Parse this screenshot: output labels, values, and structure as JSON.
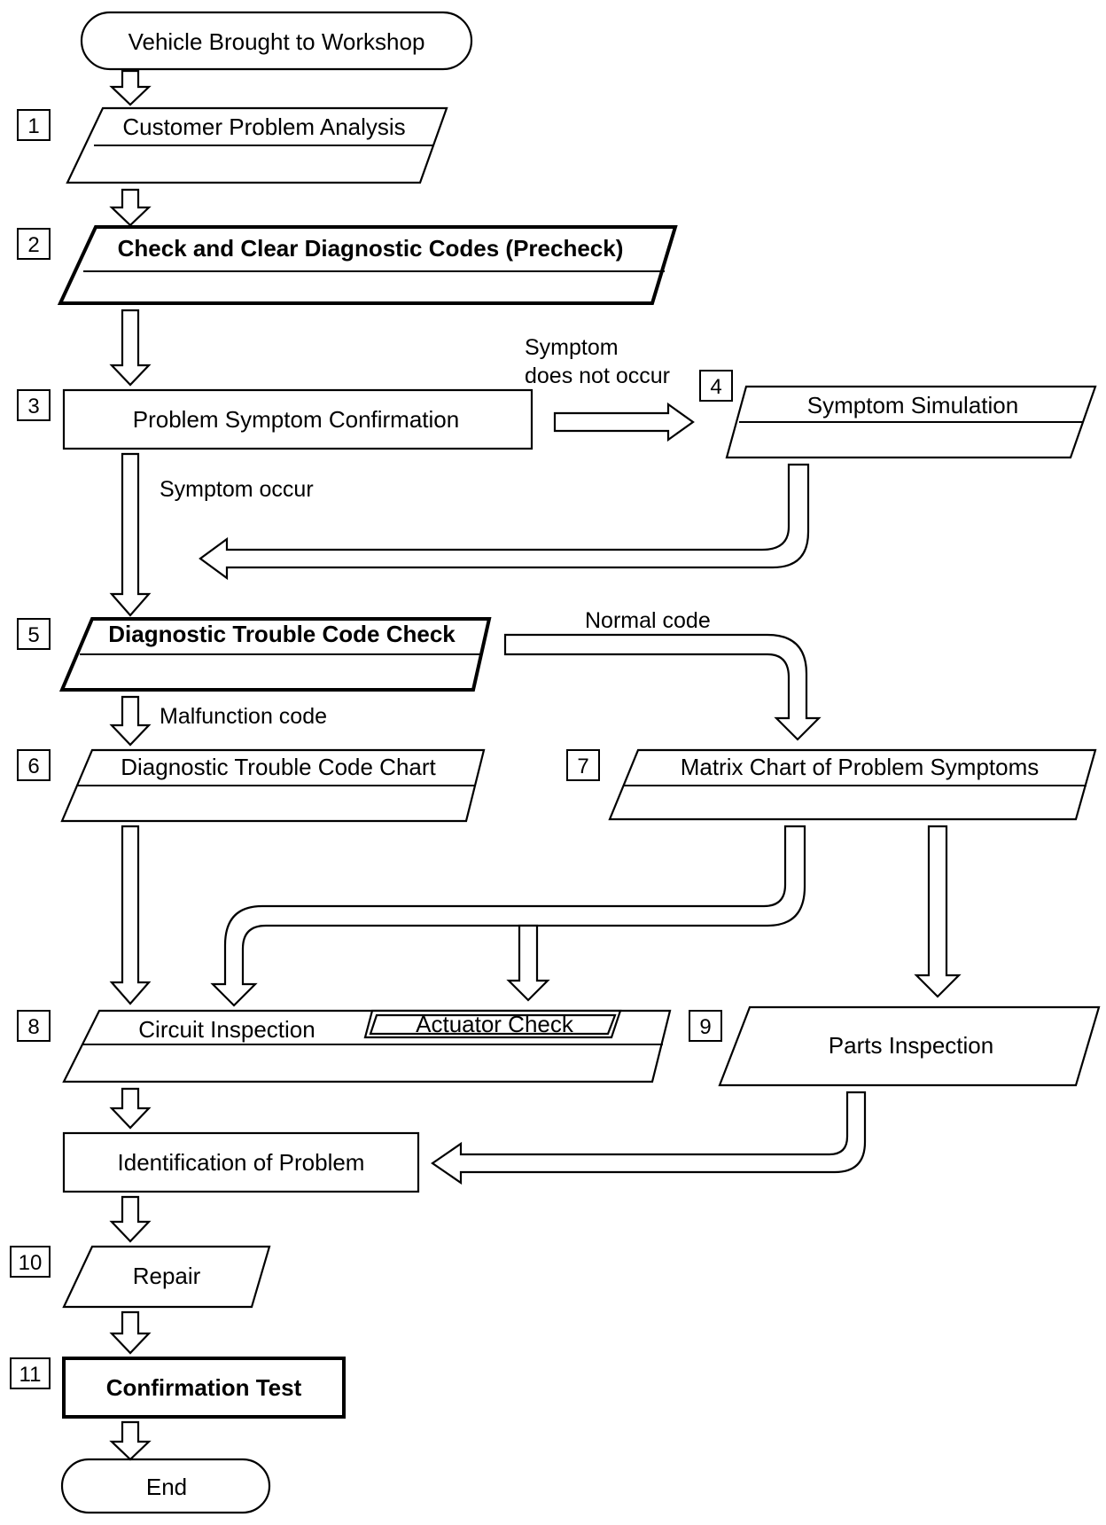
{
  "nodes": {
    "start": "Vehicle Brought to Workshop",
    "n1": "Customer Problem Analysis",
    "n2": "Check and Clear Diagnostic Codes (Precheck)",
    "n3": "Problem Symptom Confirmation",
    "n4": "Symptom Simulation",
    "n5": "Diagnostic Trouble Code Check",
    "n6": "Diagnostic Trouble Code Chart",
    "n7": "Matrix Chart of Problem Symptoms",
    "n8": "Circuit Inspection",
    "n8b": "Actuator Check",
    "n9": "Parts Inspection",
    "nid": "Identification of Problem",
    "n10": "Repair",
    "n11": "Confirmation Test",
    "end": "End"
  },
  "steps": {
    "s1": "1",
    "s2": "2",
    "s3": "3",
    "s4": "4",
    "s5": "5",
    "s6": "6",
    "s7": "7",
    "s8": "8",
    "s9": "9",
    "s10": "10",
    "s11": "11"
  },
  "edges": {
    "not_occur_1": "Symptom",
    "not_occur_2": "does not occur",
    "occur": "Symptom occur",
    "normal": "Normal code",
    "malfunction": "Malfunction code"
  }
}
